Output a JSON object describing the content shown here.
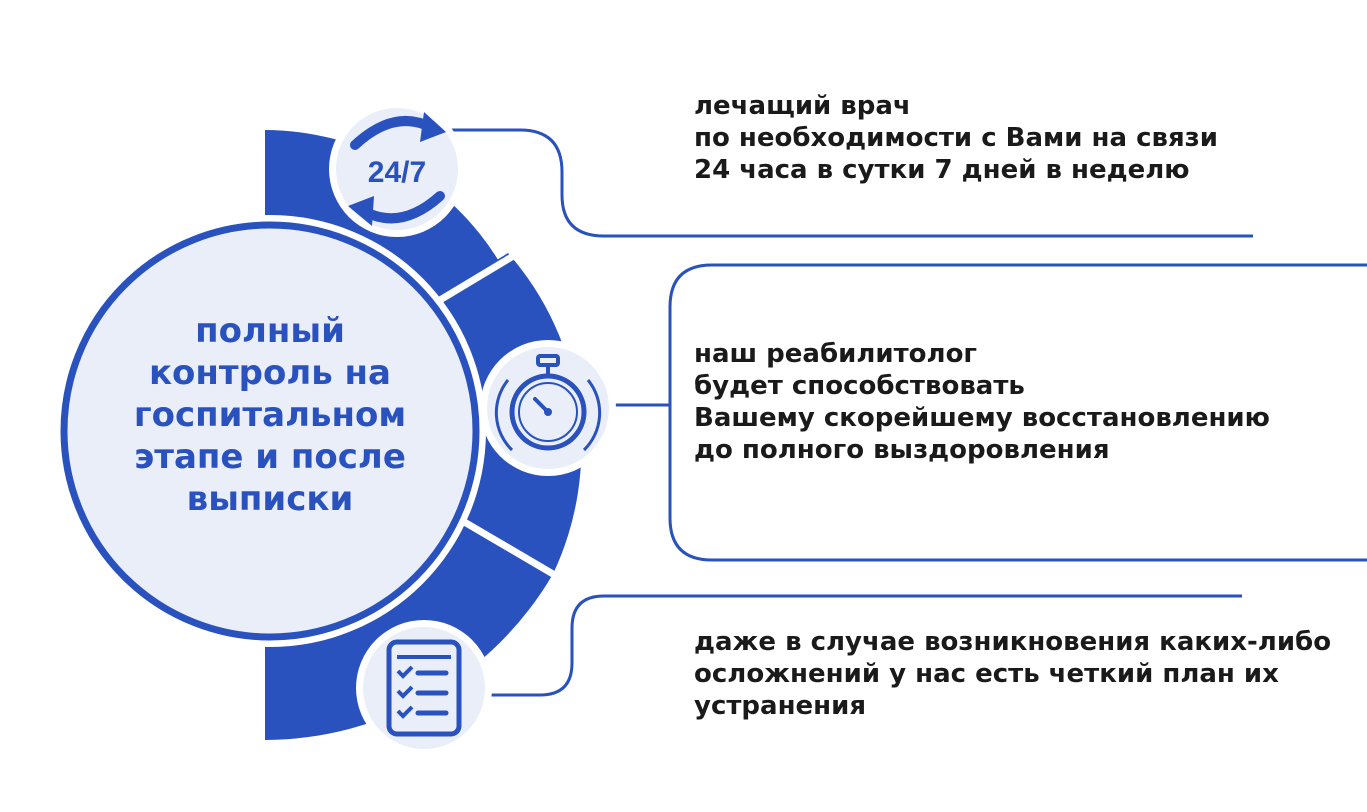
{
  "colors": {
    "primary": "#2a52be",
    "text": "#1a1a1a",
    "background": "#ffffff"
  },
  "center": {
    "lines": [
      "полный",
      "контроль на",
      "госпитальном",
      "этапе и после",
      "выписки"
    ]
  },
  "items": [
    {
      "icon": "clock-24-7-icon",
      "badge": "24/7",
      "lines": [
        "лечащий врач",
        "по необходимости с Вами на связи",
        "24 часа в сутки 7 дней в неделю"
      ]
    },
    {
      "icon": "stopwatch-icon",
      "lines": [
        "наш реабилитолог",
        "будет способствовать",
        "Вашему скорейшему восстановлению",
        "до полного выздоровления"
      ]
    },
    {
      "icon": "checklist-icon",
      "lines": [
        "даже в случае возникновения каких-либо",
        "осложнений у нас есть четкий план их",
        "устранения"
      ]
    }
  ]
}
